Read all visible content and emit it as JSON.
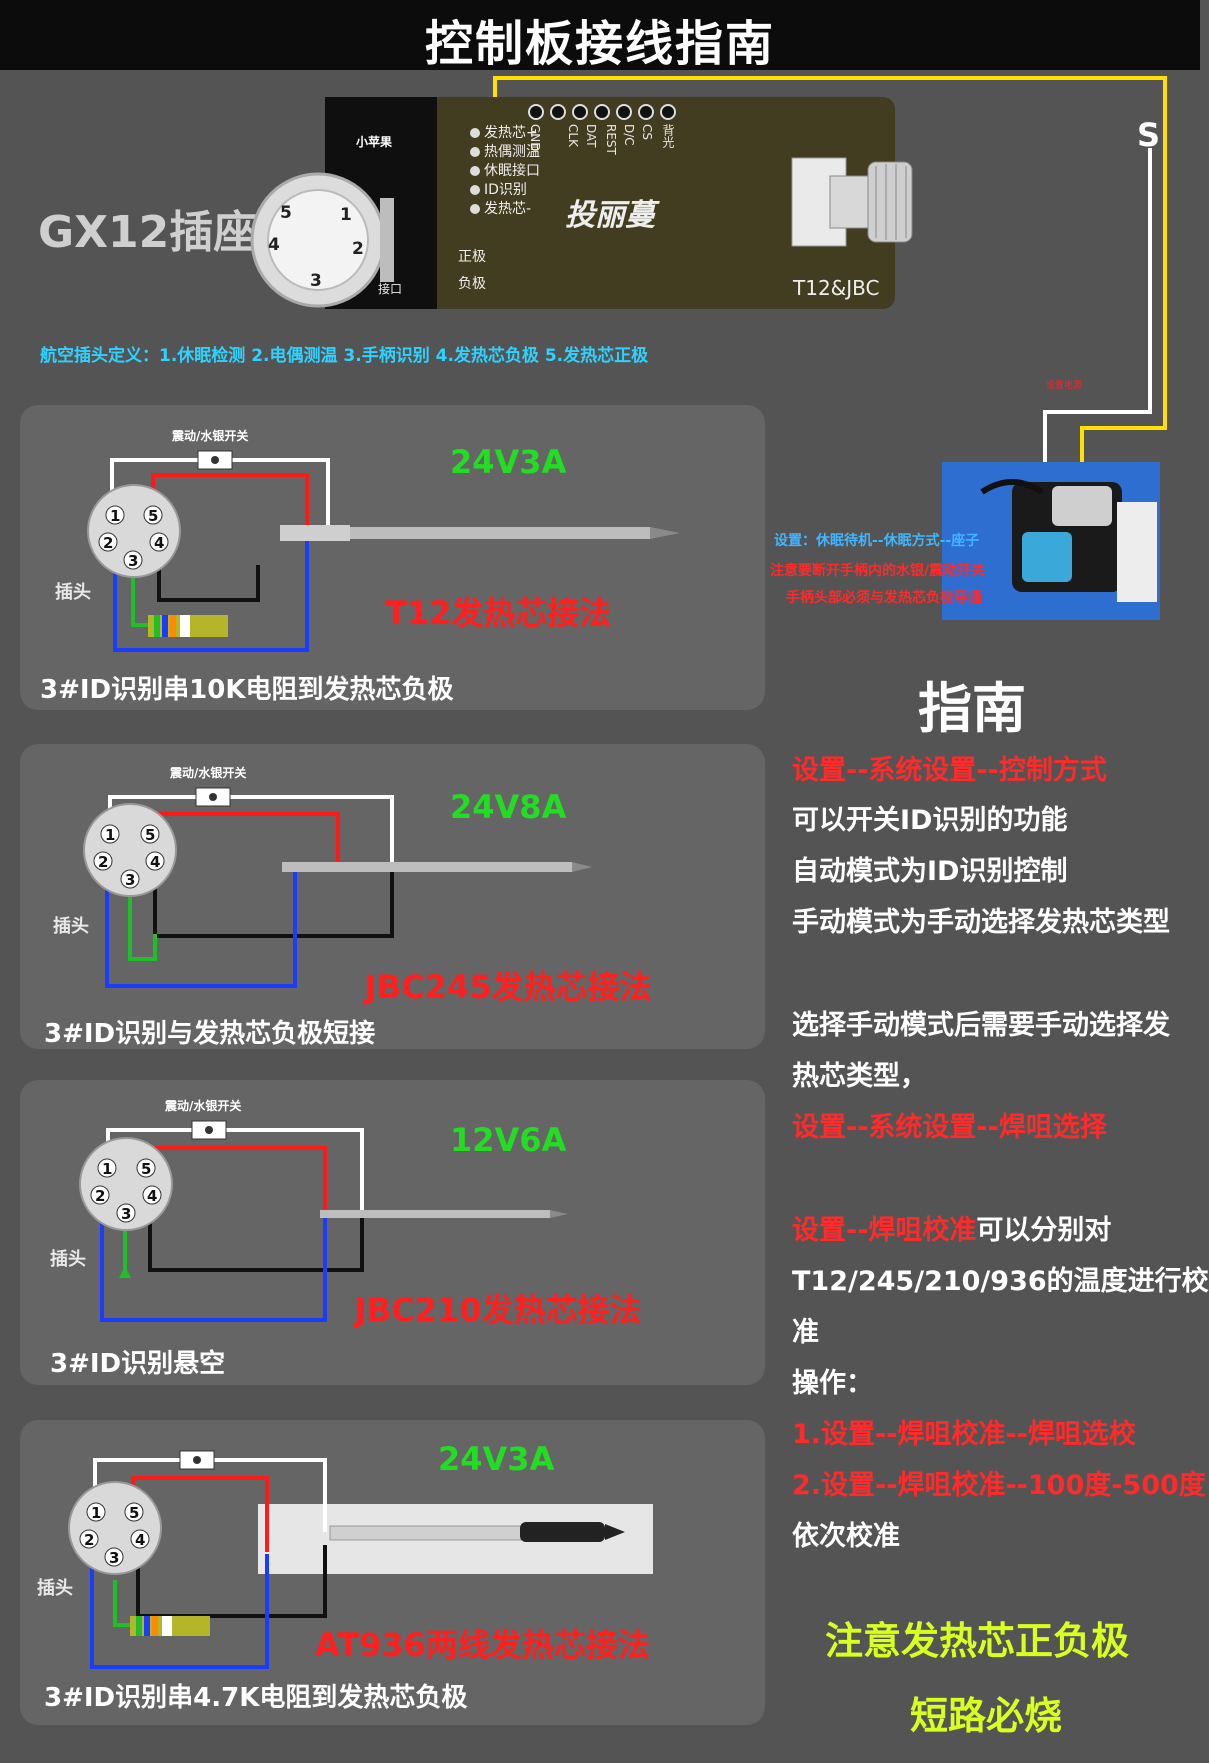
{
  "title": "控制板接线指南",
  "s_wire_label": "S",
  "header": {
    "gx12_label": "GX12插座",
    "socket_pins": [
      "1",
      "2",
      "3",
      "4",
      "5"
    ],
    "aviation_definition": "航空插头定义：1.休眠检测   2.电偶测温   3.手柄识别   4.发热芯负极   5.发热芯正极"
  },
  "pcb": {
    "logo_small": "小苹果",
    "logo_main": "投丽蔓",
    "brand": "T12&JBC",
    "pin_labels": [
      "GND",
      "CLK",
      "DAT",
      "REST",
      "D/C",
      "CS",
      "背光"
    ],
    "left_labels": [
      "发热芯+",
      "热偶测温",
      "休眠接口",
      "ID识别",
      "发热芯-"
    ],
    "positive": "正极",
    "negative": "负极",
    "port": "接口"
  },
  "panels": [
    {
      "switch_label": "震动/水银开关",
      "voltage": "24V3A",
      "plug_label": "插头",
      "method": "T12发热芯接法",
      "caption": "3#ID识别串10K电阻到发热芯负极"
    },
    {
      "switch_label": "震动/水银开关",
      "voltage": "24V8A",
      "plug_label": "插头",
      "method": "JBC245发热芯接法",
      "caption": "3#ID识别与发热芯负极短接"
    },
    {
      "switch_label": "震动/水银开关",
      "voltage": "12V6A",
      "plug_label": "插头",
      "method": "JBC210发热芯接法",
      "caption": "3#ID识别悬空"
    },
    {
      "switch_label": "",
      "voltage": "24V3A",
      "plug_label": "插头",
      "method": "AT936两线发热芯接法",
      "caption": "3#ID识别串4.7K电阻到发热芯负极"
    }
  ],
  "station": {
    "tiny_label": "设置电源",
    "note_setting": "设置：休眠待机--休眠方式--座子",
    "note_warning": "注意要断开手柄内的水银/震动开关",
    "note_conduct": "手柄头部必须与发热芯负极导通"
  },
  "guide": {
    "title": "指南",
    "line1": "设置--系统设置--控制方式",
    "line2": "可以开关ID识别的功能",
    "line3": "自动模式为ID识别控制",
    "line4": "手动模式为手动选择发热芯类型",
    "line5": "选择手动模式后需要手动选择发",
    "line6": "热芯类型，",
    "line7": "设置--系统设置--焊咀选择",
    "line8a": "设置--焊咀校准",
    "line8b": "可以分别对",
    "line9": "T12/245/210/936的温度进行校",
    "line10": "准",
    "line11": "操作：",
    "line12": "1.设置--焊咀校准--焊咀选校",
    "line13": "2.设置--焊咀校准--100度-500度",
    "line14": "依次校准"
  },
  "warning": {
    "line1": "注意发热芯正负极",
    "line2": "短路必烧"
  },
  "colors": {
    "wire_red": "#ff1a1a",
    "wire_blue": "#1a3cff",
    "wire_green": "#1fbf2a",
    "wire_black": "#111111",
    "wire_yellow": "#ffe000",
    "accent_cyan": "#2fd2ff"
  }
}
